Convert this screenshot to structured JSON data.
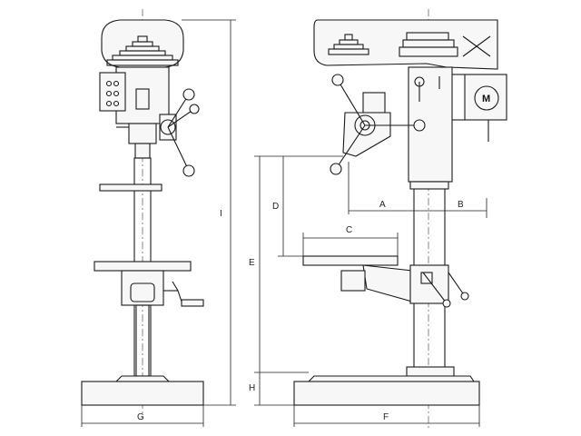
{
  "labels": {
    "A": "A",
    "B": "B",
    "C": "C",
    "D": "D",
    "E": "E",
    "F": "F",
    "G": "G",
    "H": "H",
    "I": "I",
    "motor": "M"
  }
}
